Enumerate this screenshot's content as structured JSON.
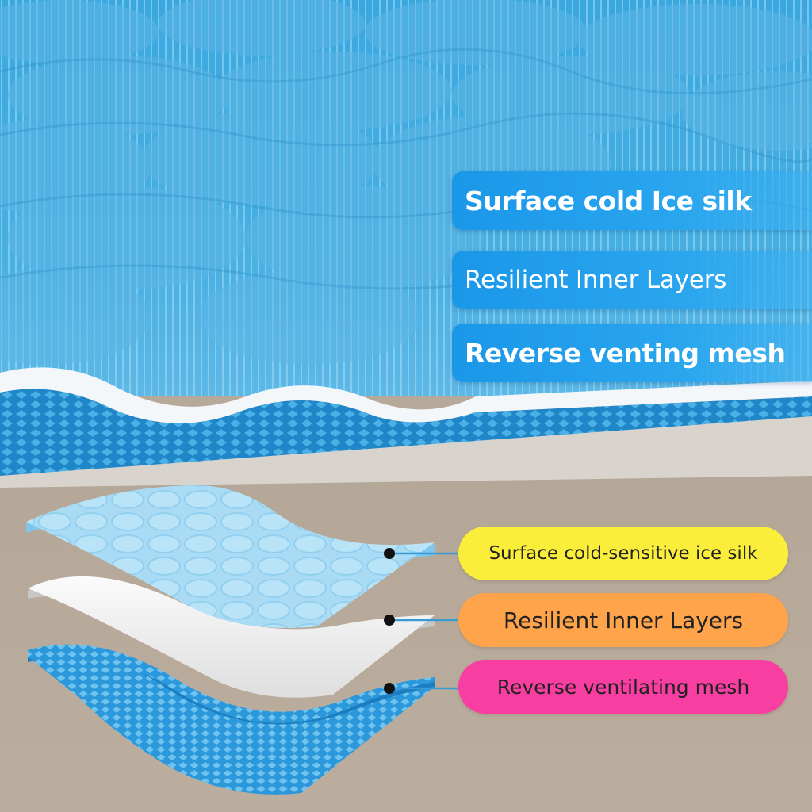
{
  "top_labels": {
    "surface": "Surface cold Ice silk",
    "inner": "Resilient Inner Layers",
    "mesh": "Reverse venting mesh"
  },
  "pills": {
    "surface": "Surface cold-sensitive ice silk",
    "inner": "Resilient Inner Layers",
    "mesh": "Reverse ventilating mesh"
  },
  "colors": {
    "top_label_blue": "#1a97e8",
    "pill_yellow": "#fbee3a",
    "pill_orange": "#ffa44a",
    "pill_pink": "#f93ea1",
    "background_taupe": "#b7a999",
    "fabric_blue": "#3ea6dc",
    "mesh_blue": "#2f9ad8"
  }
}
